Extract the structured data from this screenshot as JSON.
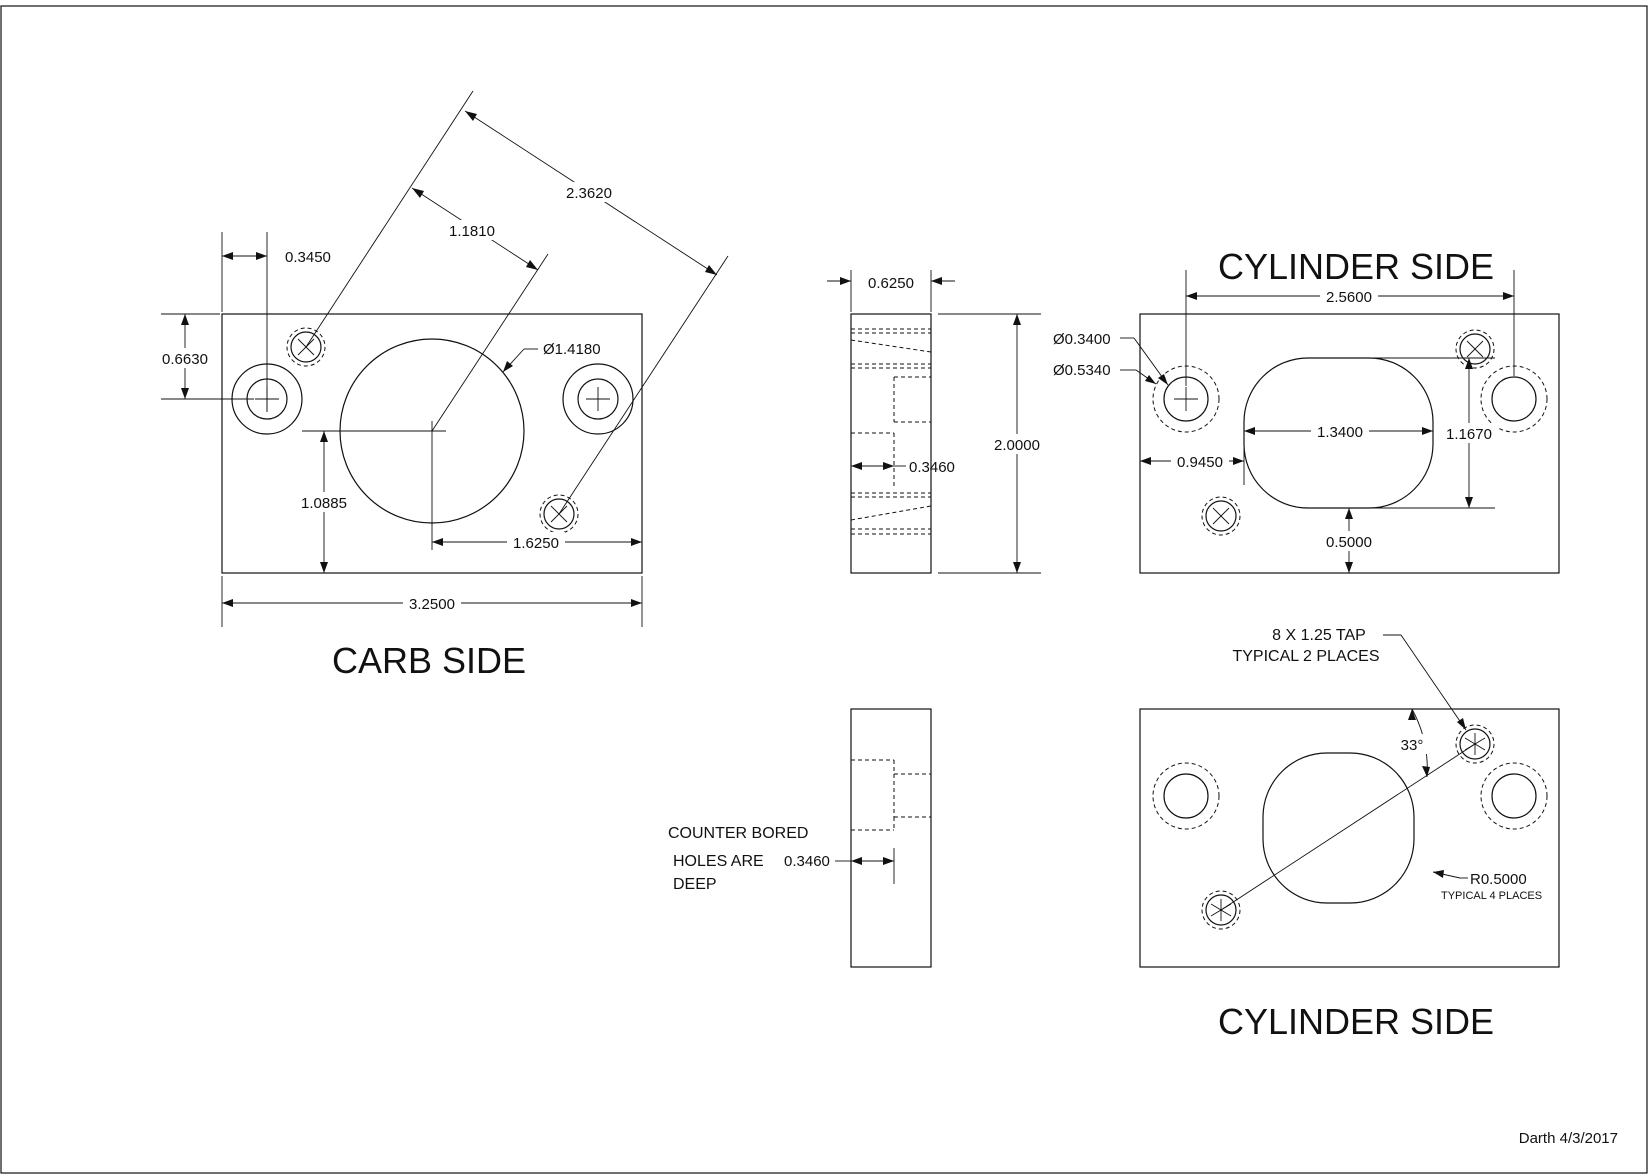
{
  "views": {
    "carb_side": {
      "title": "CARB SIDE",
      "dims": {
        "angled_overall": "2.3620",
        "angled_half": "1.1810",
        "left_offset": "0.3450",
        "top_offset": "0.6630",
        "bore_diameter": "Ø1.4180",
        "center_height": "1.0885",
        "center_right": "1.6250",
        "overall_width": "3.2500"
      }
    },
    "side_section": {
      "dims": {
        "thickness": "0.6250",
        "height": "2.0000",
        "counterbore_depth": "0.3460"
      }
    },
    "cylinder_side_top": {
      "title": "CYLINDER SIDE",
      "dims": {
        "bolt_spacing": "2.5600",
        "hole_diameter": "Ø0.3400",
        "counterbore_diameter": "Ø0.5340",
        "port_width": "1.3400",
        "port_height": "1.1670",
        "port_left": "0.9450",
        "port_bottom": "0.5000"
      }
    },
    "side_lower": {
      "note_lines": [
        "COUNTER BORED",
        "HOLES ARE",
        "DEEP"
      ],
      "depth": "0.3460"
    },
    "cylinder_side_bottom": {
      "title": "CYLINDER SIDE",
      "tap_note_line1": "8 X 1.25 TAP",
      "tap_note_line2": "TYPICAL 2 PLACES",
      "angle": "33°",
      "radius": "R0.5000",
      "radius_note": "TYPICAL 4 PLACES"
    }
  },
  "signature": "Darth 4/3/2017"
}
